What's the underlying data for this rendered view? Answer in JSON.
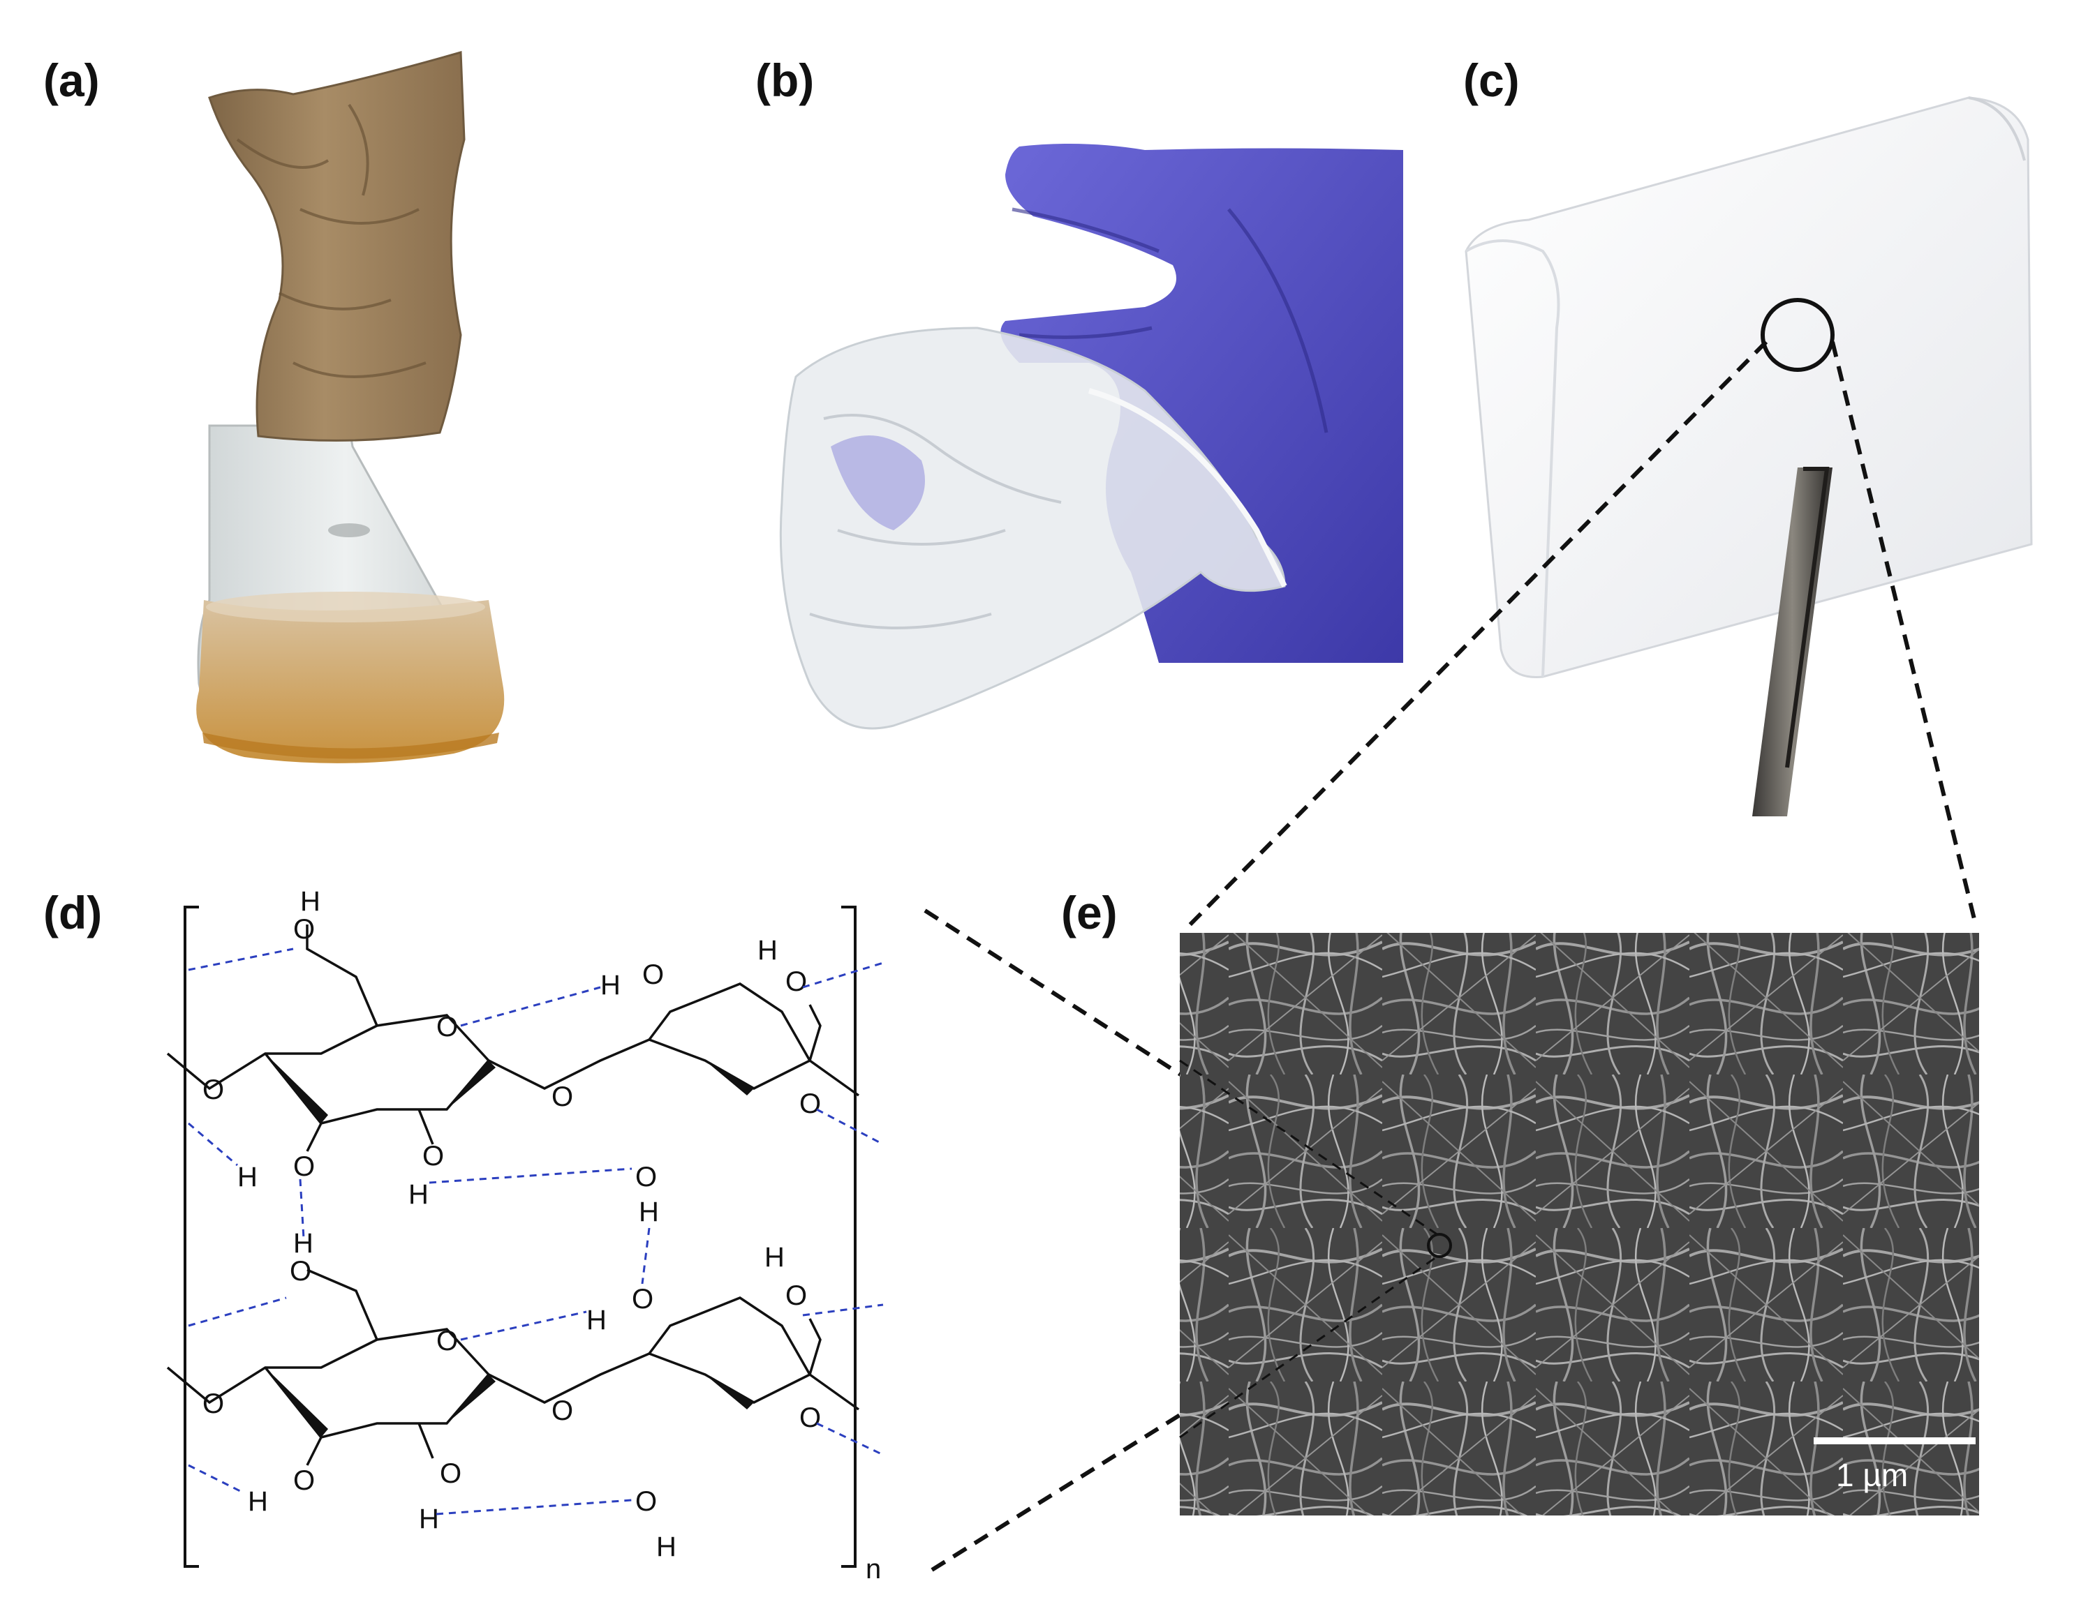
{
  "figure": {
    "panel_labels": {
      "a": "(a)",
      "b": "(b)",
      "c": "(c)",
      "d": "(d)",
      "e": "(e)"
    },
    "structure": {
      "atom_o": "O",
      "atom_h": "H",
      "repeat_subscript": "n"
    },
    "sem": {
      "scale_bar_label": "1 µm"
    },
    "colors": {
      "glove": "#5a55c8",
      "paper_bag": "#9b7f5c",
      "broth": "#c9a36a",
      "hydrogen_bond": "#2b3fbf",
      "sem_background": "#4a4a4a"
    }
  }
}
